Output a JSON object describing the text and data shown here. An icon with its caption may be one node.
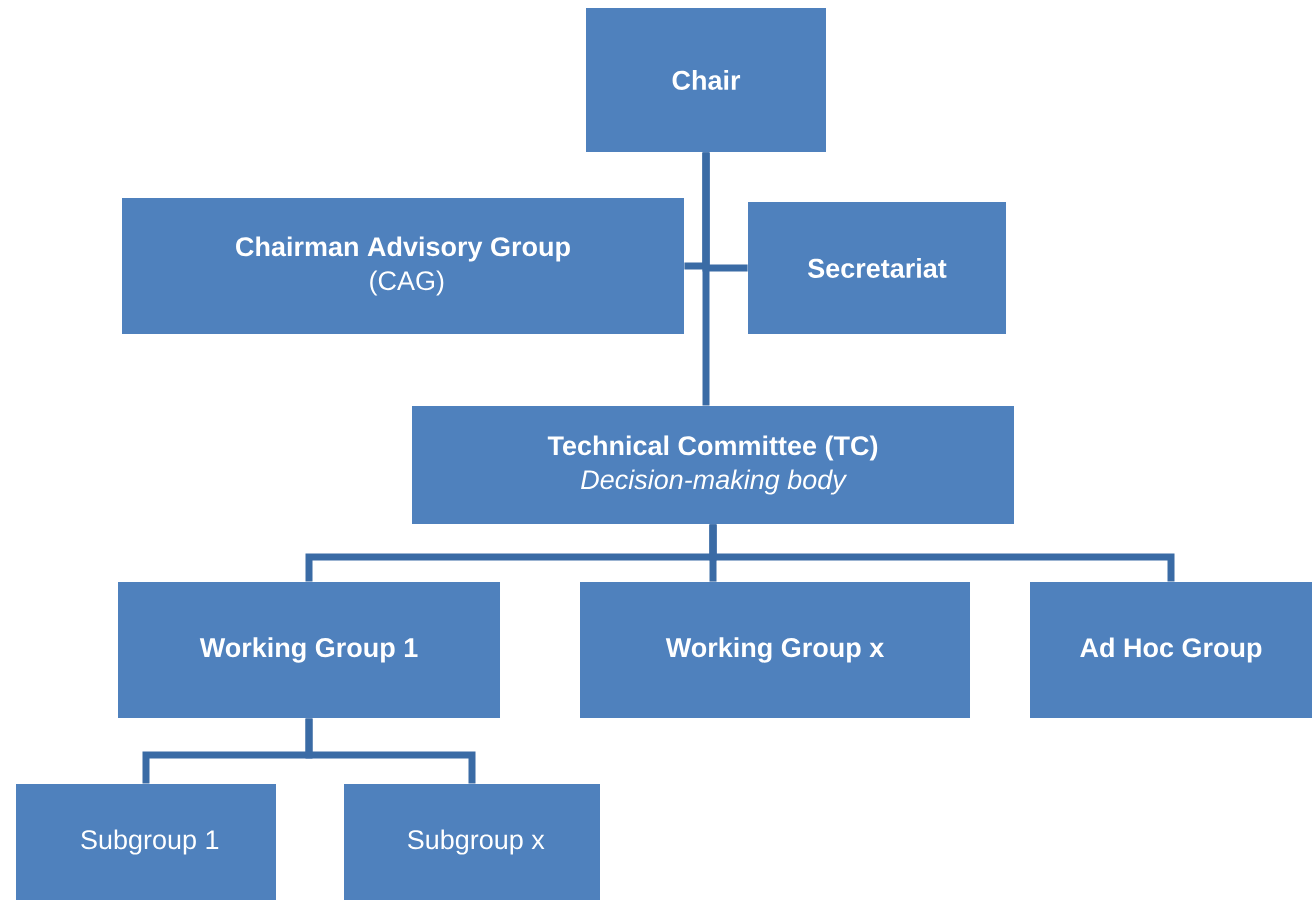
{
  "diagram": {
    "nodes": [
      {
        "text": [
          "Chair"
        ]
      },
      {
        "text": [
          "Chairman Advisory Group",
          "(CAG)"
        ]
      },
      {
        "text": [
          "Secretariat"
        ]
      },
      {
        "text": [
          "Technical Committee (TC)",
          "Decision-making body"
        ]
      },
      {
        "text": [
          "Working Group 1"
        ]
      },
      {
        "text": [
          "Working Group x"
        ]
      },
      {
        "text": [
          "Ad Hoc Group"
        ]
      },
      {
        "text": [
          "Subgroup 1"
        ]
      },
      {
        "text": [
          "Subgroup x"
        ]
      }
    ],
    "edges": [
      {
        "from": 0,
        "to": 1,
        "arrow": "none"
      },
      {
        "from": 0,
        "to": 2,
        "arrow": "none"
      },
      {
        "from": 0,
        "to": 3,
        "arrow": "none"
      },
      {
        "from": 3,
        "to": 4,
        "arrow": "none"
      },
      {
        "from": 3,
        "to": 5,
        "arrow": "none"
      },
      {
        "from": 3,
        "to": 6,
        "arrow": "none"
      },
      {
        "from": 4,
        "to": 7,
        "arrow": "none"
      },
      {
        "from": 4,
        "to": 8,
        "arrow": "none"
      }
    ]
  }
}
